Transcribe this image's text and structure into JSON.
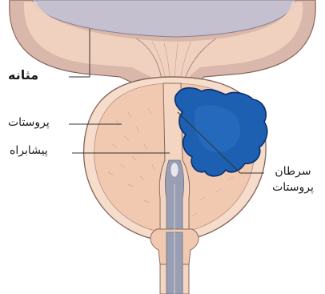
{
  "labels": {
    "bladder": "مثانه",
    "prostate": "پروستات",
    "urethra": "پیشابراه",
    "cancer_line1": "سرطان",
    "cancer_line2": "پروستات"
  },
  "colors": {
    "bladder_outer": "#d9b7aa",
    "bladder_inner": "#c4c0cf",
    "tissue": "#f3d5c2",
    "prostate_fill": "#f1c8b0",
    "outline": "#8a6a60",
    "urethra_core": "#9a9eb2",
    "tumor": "#1d5fb0",
    "tumor_outline": "#0b2f70",
    "leader": "#333333"
  }
}
